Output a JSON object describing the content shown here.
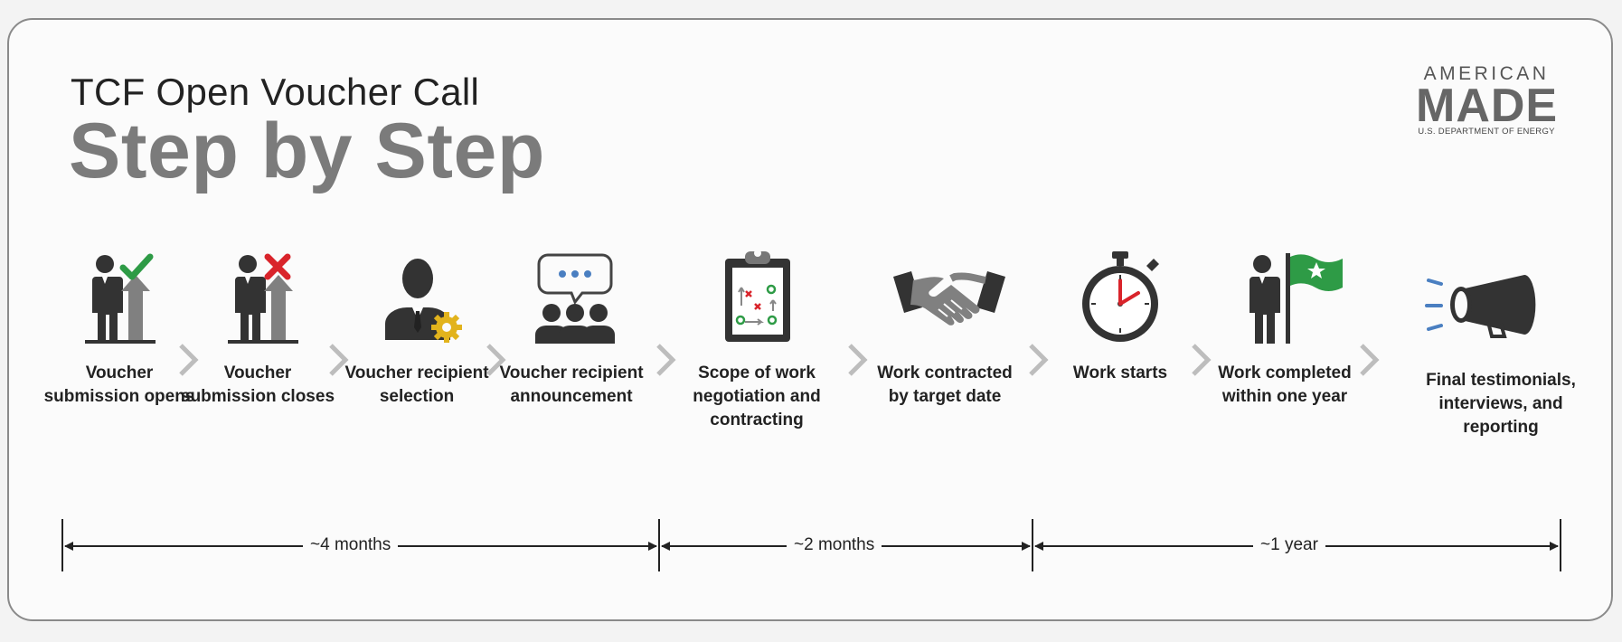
{
  "header": {
    "subtitle": "TCF Open Voucher Call",
    "title": "Step by Step"
  },
  "logo": {
    "line1": "AMERICAN",
    "line2": "MADE",
    "line3": "U.S. DEPARTMENT OF ENERGY"
  },
  "steps": [
    {
      "label": "Voucher submission opens",
      "icon": "person-check-icon"
    },
    {
      "label": "Voucher submission closes",
      "icon": "person-x-icon"
    },
    {
      "label": "Voucher recipient selection",
      "icon": "person-gear-icon"
    },
    {
      "label": "Voucher recipient announcement",
      "icon": "group-speech-icon"
    },
    {
      "label": "Scope of work negotiation and contracting",
      "icon": "clipboard-icon"
    },
    {
      "label": "Work contracted by target date",
      "icon": "handshake-icon"
    },
    {
      "label": "Work starts",
      "icon": "stopwatch-icon"
    },
    {
      "label": "Work completed within one year",
      "icon": "person-flag-icon"
    },
    {
      "label": "Final testimonials, interviews, and reporting",
      "icon": "megaphone-icon"
    }
  ],
  "timeline": [
    {
      "label": "~4 months"
    },
    {
      "label": "~2 months"
    },
    {
      "label": "~1 year"
    }
  ],
  "colors": {
    "green": "#2e9b46",
    "red": "#d9242b",
    "gold": "#e2b31c",
    "blue": "#4a7fc1",
    "gray": "#7b7b7b",
    "chevron": "#bdbdbd"
  }
}
